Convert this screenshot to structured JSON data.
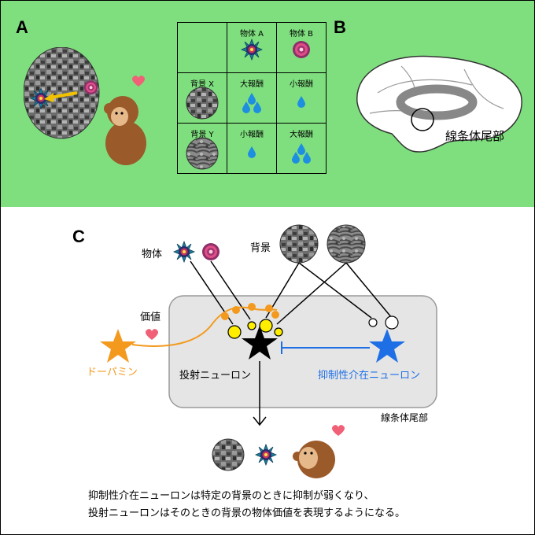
{
  "panels": {
    "a": "A",
    "b": "B",
    "c": "C"
  },
  "grid": {
    "col_headers": [
      "物体 A",
      "物体 B"
    ],
    "row_headers": [
      "背景 X",
      "背景 Y"
    ],
    "cells": [
      [
        "大報酬",
        "小報酬"
      ],
      [
        "小報酬",
        "大報酬"
      ]
    ]
  },
  "brain": {
    "label": "線条体尾部"
  },
  "diagram": {
    "object_label": "物体",
    "background_label": "背景",
    "value_label": "価値",
    "dopamine_label": "ドーパミン",
    "projection_label": "投射ニューロン",
    "interneuron_label": "抑制性介在ニューロン",
    "region_label": "線条体尾部"
  },
  "caption": [
    "抑制性介在ニューロンは特定の背景のときに抑制が弱くなり、",
    "投射ニューロンはそのときの背景の物体価値を表現するようになる。"
  ],
  "colors": {
    "panel_bg": "#7fdf7f",
    "dopamine": "#f39a1e",
    "inhibitory": "#1e6fe6",
    "heart": "#f06077",
    "water": "#1e8fe0",
    "synapse": "#ffee00"
  }
}
